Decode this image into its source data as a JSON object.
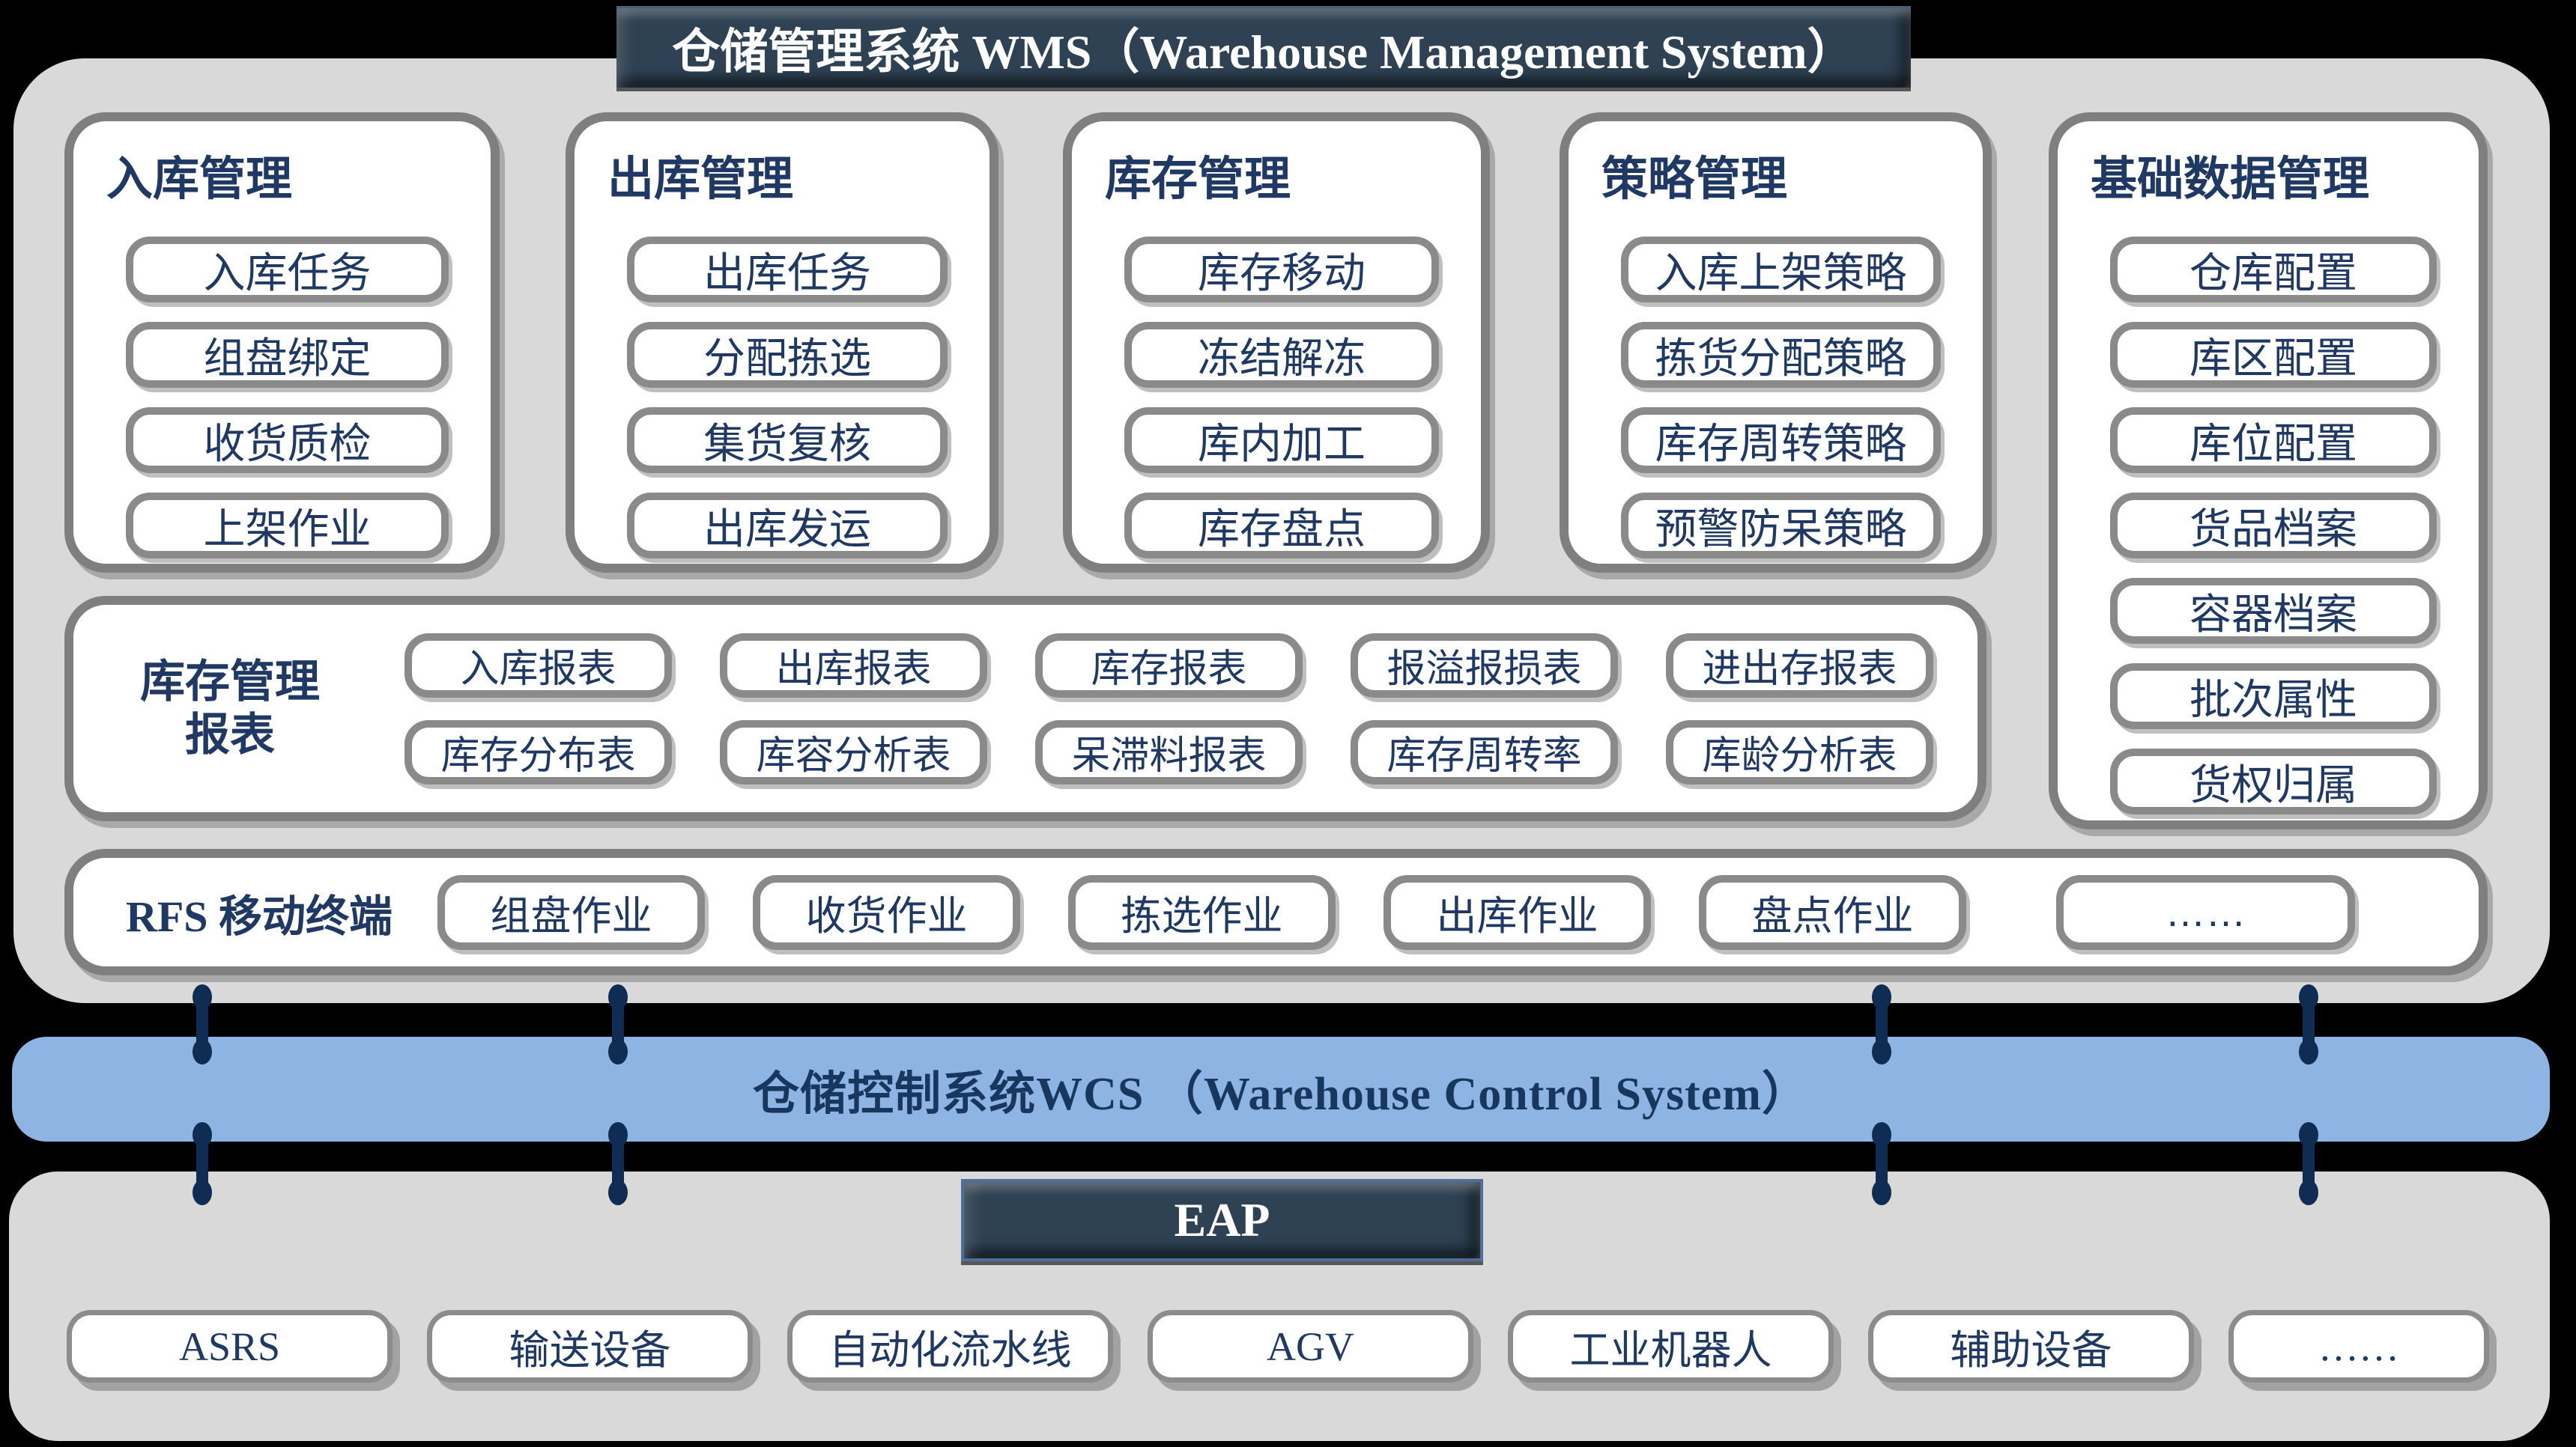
{
  "colors": {
    "background": "#000000",
    "panel_gray": "#d9d9d9",
    "card_border": "#7f7f7f",
    "text_navy": "#1f3864",
    "slate_header": "#2e4254",
    "wcs_blue": "#8db4e2",
    "connector_navy": "#0f2c52",
    "white": "#ffffff"
  },
  "wms": {
    "title": "仓储管理系统 WMS（Warehouse Management System）",
    "sections": [
      {
        "title": "入库管理",
        "items": [
          "入库任务",
          "组盘绑定",
          "收货质检",
          "上架作业"
        ]
      },
      {
        "title": "出库管理",
        "items": [
          "出库任务",
          "分配拣选",
          "集货复核",
          "出库发运"
        ]
      },
      {
        "title": "库存管理",
        "items": [
          "库存移动",
          "冻结解冻",
          "库内加工",
          "库存盘点"
        ]
      },
      {
        "title": "策略管理",
        "items": [
          "入库上架策略",
          "拣货分配策略",
          "库存周转策略",
          "预警防呆策略"
        ]
      },
      {
        "title": "基础数据管理",
        "items": [
          "仓库配置",
          "库区配置",
          "库位配置",
          "货品档案",
          "容器档案",
          "批次属性",
          "货权归属"
        ]
      }
    ],
    "reports": {
      "label_line1": "库存管理",
      "label_line2": "报表",
      "rows": [
        [
          "入库报表",
          "出库报表",
          "库存报表",
          "报溢报损表",
          "进出存报表"
        ],
        [
          "库存分布表",
          "库容分析表",
          "呆滞料报表",
          "库存周转率",
          "库龄分析表"
        ]
      ]
    },
    "rfs": {
      "label": "RFS 移动终端",
      "items": [
        "组盘作业",
        "收货作业",
        "拣选作业",
        "出库作业",
        "盘点作业",
        "……"
      ]
    }
  },
  "wcs": {
    "title": "仓储控制系统WCS （Warehouse Control System）"
  },
  "eap": {
    "title": "EAP"
  },
  "equipment": {
    "items": [
      "ASRS",
      "输送设备",
      "自动化流水线",
      "AGV",
      "工业机器人",
      "辅助设备",
      "……"
    ]
  }
}
